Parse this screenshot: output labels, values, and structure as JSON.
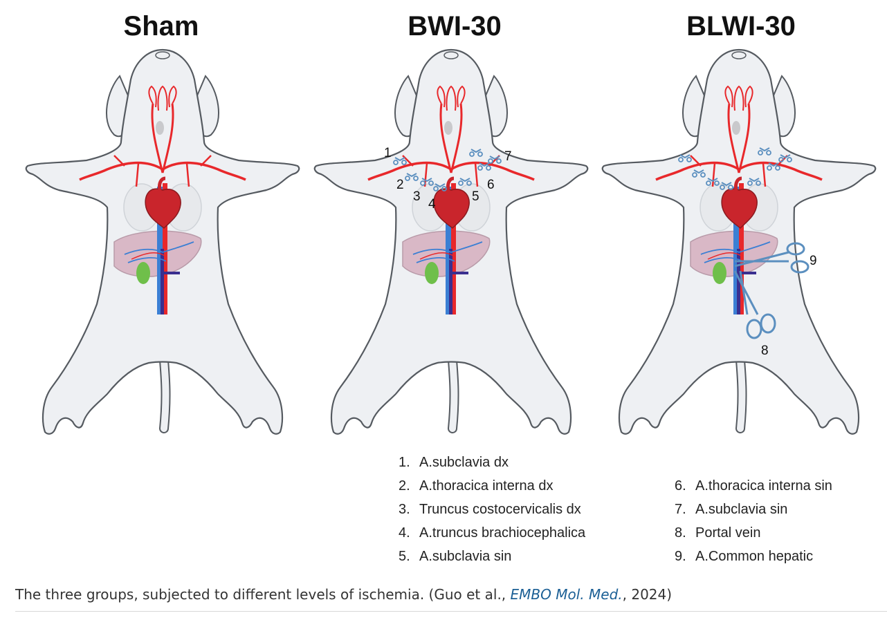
{
  "panels": [
    {
      "title": "Sham"
    },
    {
      "title": "BWI-30"
    },
    {
      "title": "BLWI-30"
    }
  ],
  "markers": {
    "bwi": [
      "1",
      "2",
      "3",
      "4",
      "5",
      "6",
      "7"
    ],
    "blwi": [
      "8",
      "9"
    ]
  },
  "legend": [
    {
      "num": "1.",
      "label": "A.subclavia dx"
    },
    {
      "num": "2.",
      "label": "A.thoracica interna dx"
    },
    {
      "num": "3.",
      "label": "Truncus costocervicalis dx"
    },
    {
      "num": "4.",
      "label": "A.truncus brachiocephalica"
    },
    {
      "num": "5.",
      "label": "A.subclavia sin"
    },
    {
      "num": "6.",
      "label": "A.thoracica interna sin"
    },
    {
      "num": "7.",
      "label": "A.subclavia sin"
    },
    {
      "num": "8.",
      "label": "Portal vein"
    },
    {
      "num": "9.",
      "label": "A.Common hepatic"
    }
  ],
  "caption": {
    "prefix": "The three groups, subjected to different levels of ischemia. (Guo et al., ",
    "journal": "EMBO Mol. Med.",
    "suffix": ", 2024)"
  },
  "colors": {
    "artery": "#e8282b",
    "vein": "#3b7fd4",
    "portal": "#3a2f8f",
    "heart": "#c9252c",
    "liver": "#d9b8c6",
    "gallbladder": "#6fbf4a",
    "clip": "#5b8fbf",
    "body": "#eef0f3",
    "outline": "#555a60"
  }
}
